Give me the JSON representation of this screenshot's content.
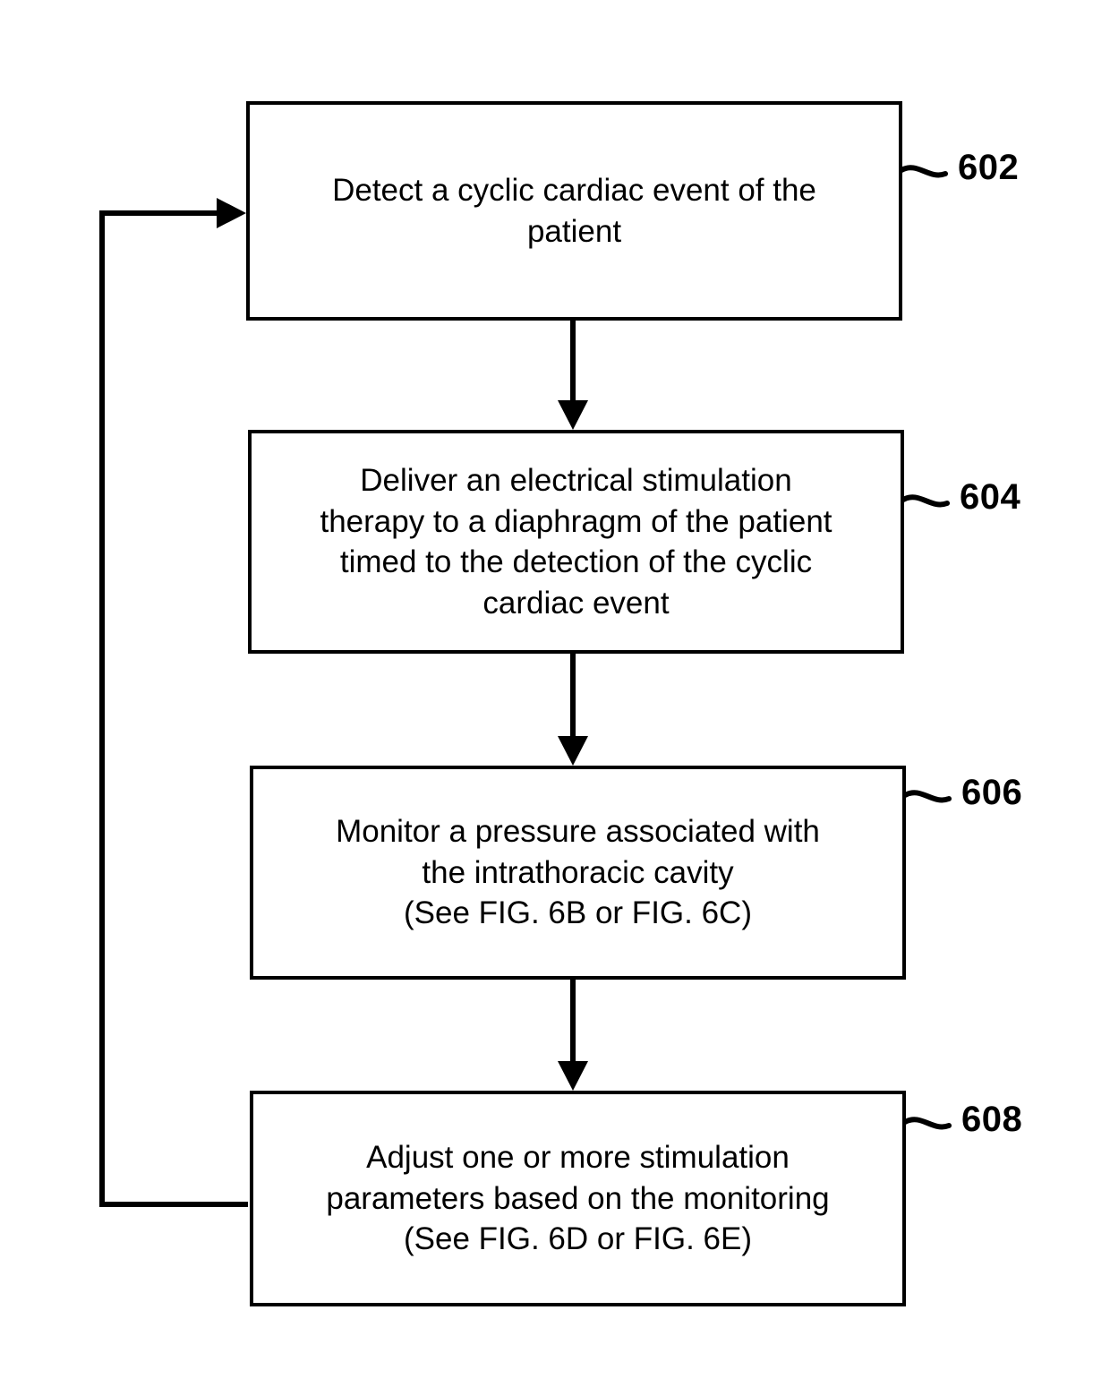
{
  "figure": {
    "type": "patent-flowchart",
    "background_color": "#ffffff",
    "line_color": "#000000"
  },
  "steps": [
    {
      "ref": "602",
      "text": "Detect a cyclic cardiac event of the\npatient",
      "name": "detect-cyclic-cardiac-event"
    },
    {
      "ref": "604",
      "text": "Deliver an electrical stimulation\ntherapy to a diaphragm of the patient\ntimed to the detection of the cyclic\ncardiac event",
      "name": "deliver-electrical-stimulation-therapy"
    },
    {
      "ref": "606",
      "text": "Monitor a pressure associated with\nthe intrathoracic cavity\n(See FIG. 6B or FIG. 6C)",
      "name": "monitor-intrathoracic-pressure"
    },
    {
      "ref": "608",
      "text": "Adjust one or more stimulation\nparameters based on the monitoring\n(See FIG. 6D or FIG. 6E)",
      "name": "adjust-stimulation-parameters"
    }
  ],
  "connectors": [
    {
      "name": "arrow-602-to-604",
      "from": "602",
      "to": "604"
    },
    {
      "name": "arrow-604-to-606",
      "from": "604",
      "to": "606"
    },
    {
      "name": "arrow-606-to-608",
      "from": "606",
      "to": "608"
    },
    {
      "name": "feedback-arrow-608-to-602",
      "from": "608",
      "to": "602"
    }
  ]
}
